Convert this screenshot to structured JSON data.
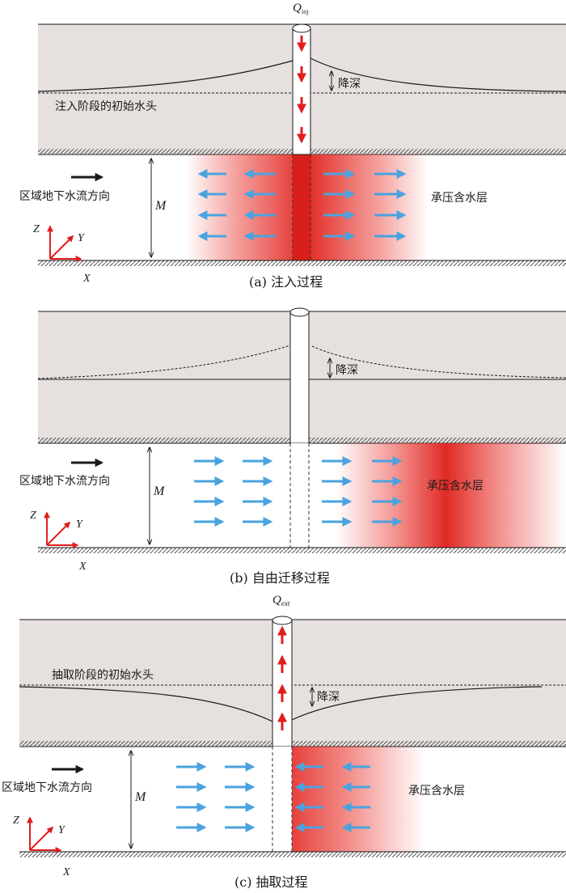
{
  "colors": {
    "aquitard": "#e6e0de",
    "plume": "#e8322c",
    "flow_arrow": "#4aa3df",
    "well_arrow": "#e11d1d",
    "axis": "#e11d1d",
    "line": "#1a1a1a"
  },
  "panels": [
    {
      "id": "a",
      "caption": "(a) 注入过程",
      "well_label_main": "Q",
      "well_label_sub": "inj",
      "initial_head_label": "注入阶段的初始水头",
      "drawdown_label": "降深",
      "regional_flow_label": "区域地下水流方向",
      "thickness_label": "M",
      "aquifer_label": "承压含水层",
      "axis_labels": {
        "z": "Z",
        "y": "Y",
        "x": "X"
      },
      "well_arrow_direction": "down",
      "flow_pattern": "outward from well",
      "plume_position": "centered on well"
    },
    {
      "id": "b",
      "caption": "(b) 自由迁移过程",
      "drawdown_label": "降深",
      "regional_flow_label": "区域地下水流方向",
      "thickness_label": "M",
      "aquifer_label": "承压含水层",
      "axis_labels": {
        "z": "Z",
        "y": "Y",
        "x": "X"
      },
      "flow_pattern": "uniform left to right",
      "plume_position": "displaced downstream of well"
    },
    {
      "id": "c",
      "caption": "(c) 抽取过程",
      "well_label_main": "Q",
      "well_label_sub": "ext",
      "initial_head_label": "抽取阶段的初始水头",
      "drawdown_label": "降深",
      "regional_flow_label": "区域地下水流方向",
      "thickness_label": "M",
      "aquifer_label": "承压含水层",
      "axis_labels": {
        "z": "Z",
        "y": "Y",
        "x": "X"
      },
      "well_arrow_direction": "up",
      "flow_pattern": "toward well",
      "plume_position": "right of well"
    }
  ]
}
